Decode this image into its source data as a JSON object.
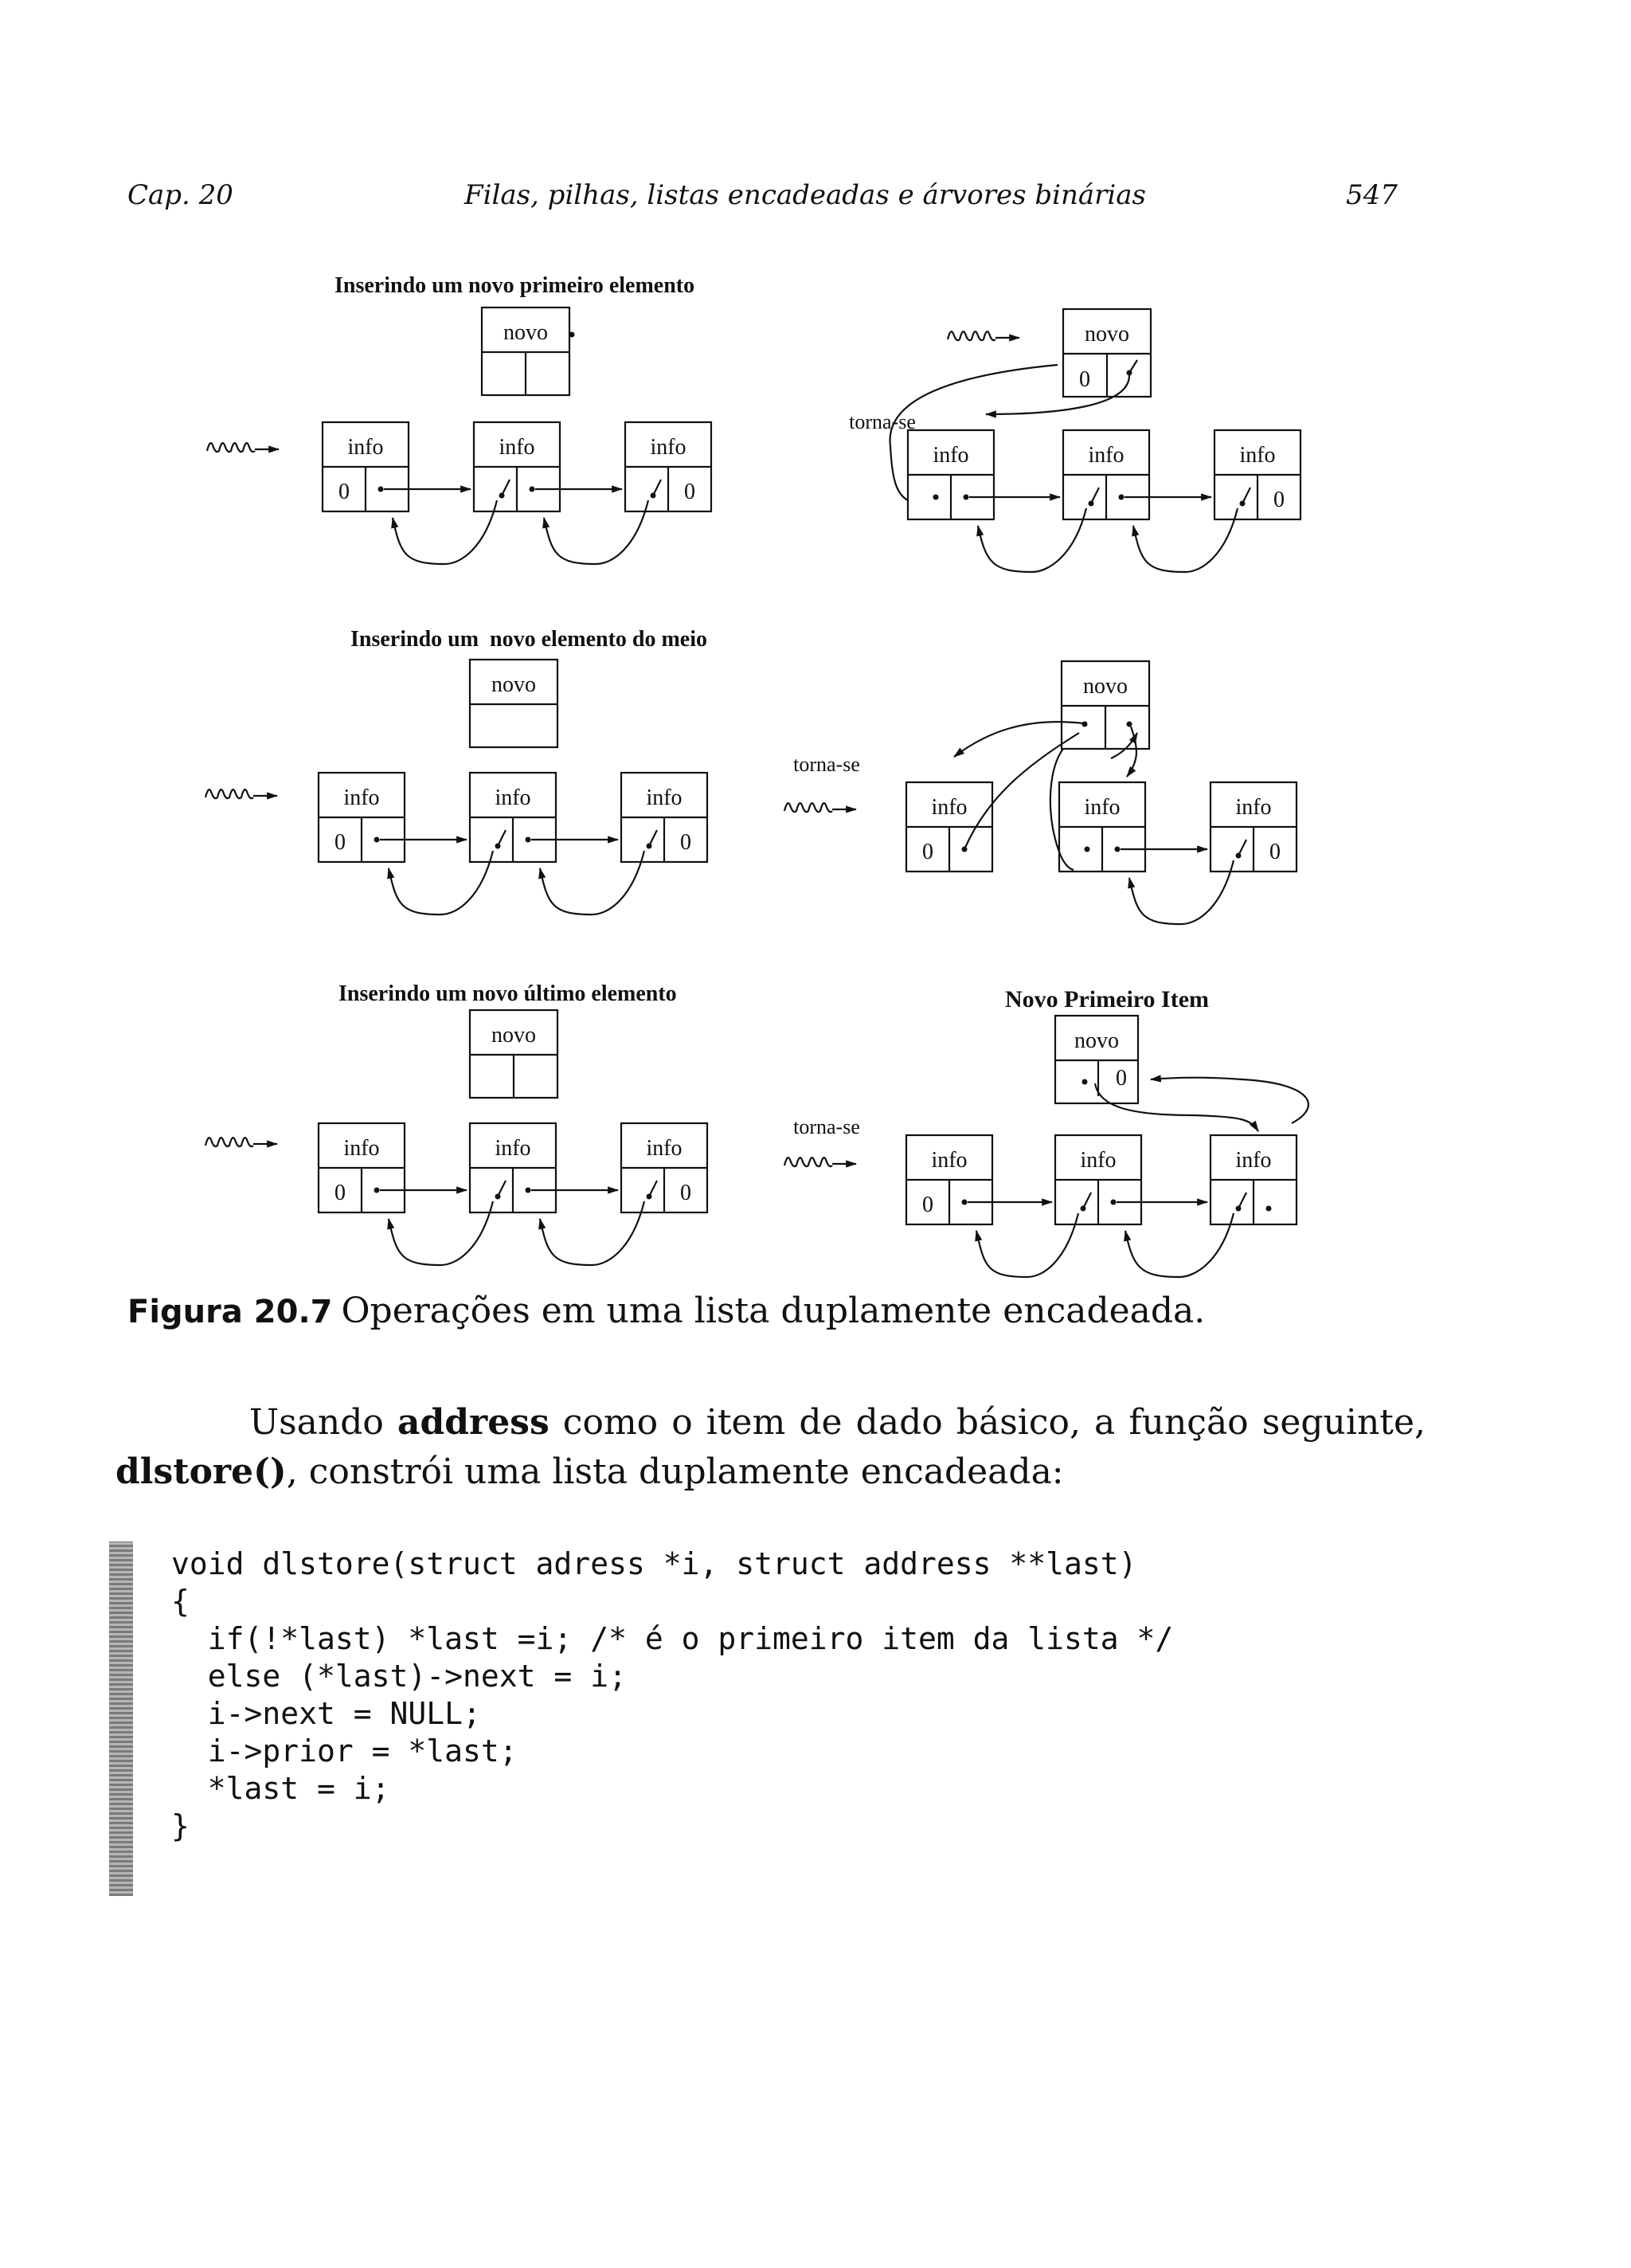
{
  "header": {
    "chapter": "Cap. 20",
    "running_title": "Filas, pilhas, listas encadeadas e árvores binárias",
    "page_number": "547"
  },
  "figure": {
    "panels": {
      "first_title": "Inserindo um novo primeiro elemento",
      "middle_title": "Inserindo um  novo elemento do meio",
      "last_title": "Inserindo um novo último elemento",
      "result_title": "Novo Primeiro Item"
    },
    "node_labels": {
      "novo": "novo",
      "info": "info",
      "null": "0",
      "becomes": "torna-se"
    },
    "caption_label": "Figura 20.7",
    "caption_text": "Operações em uma lista duplamente encadeada."
  },
  "body": {
    "p1_a": "Usando ",
    "p1_b": "address",
    "p1_c": " como o item de dado básico, a função seguinte, ",
    "p1_d": "dlstore()",
    "p1_e": ", constrói uma lista duplamente encadeada:"
  },
  "code": {
    "lines": [
      "void dlstore(struct adress *i, struct address **last)",
      "{",
      "",
      "  if(!*last) *last =i; /* é o primeiro item da lista */",
      "  else (*last)->next = i;",
      "  i->next = NULL;",
      "  i->prior = *last;",
      "  *last = i;",
      "}"
    ]
  }
}
